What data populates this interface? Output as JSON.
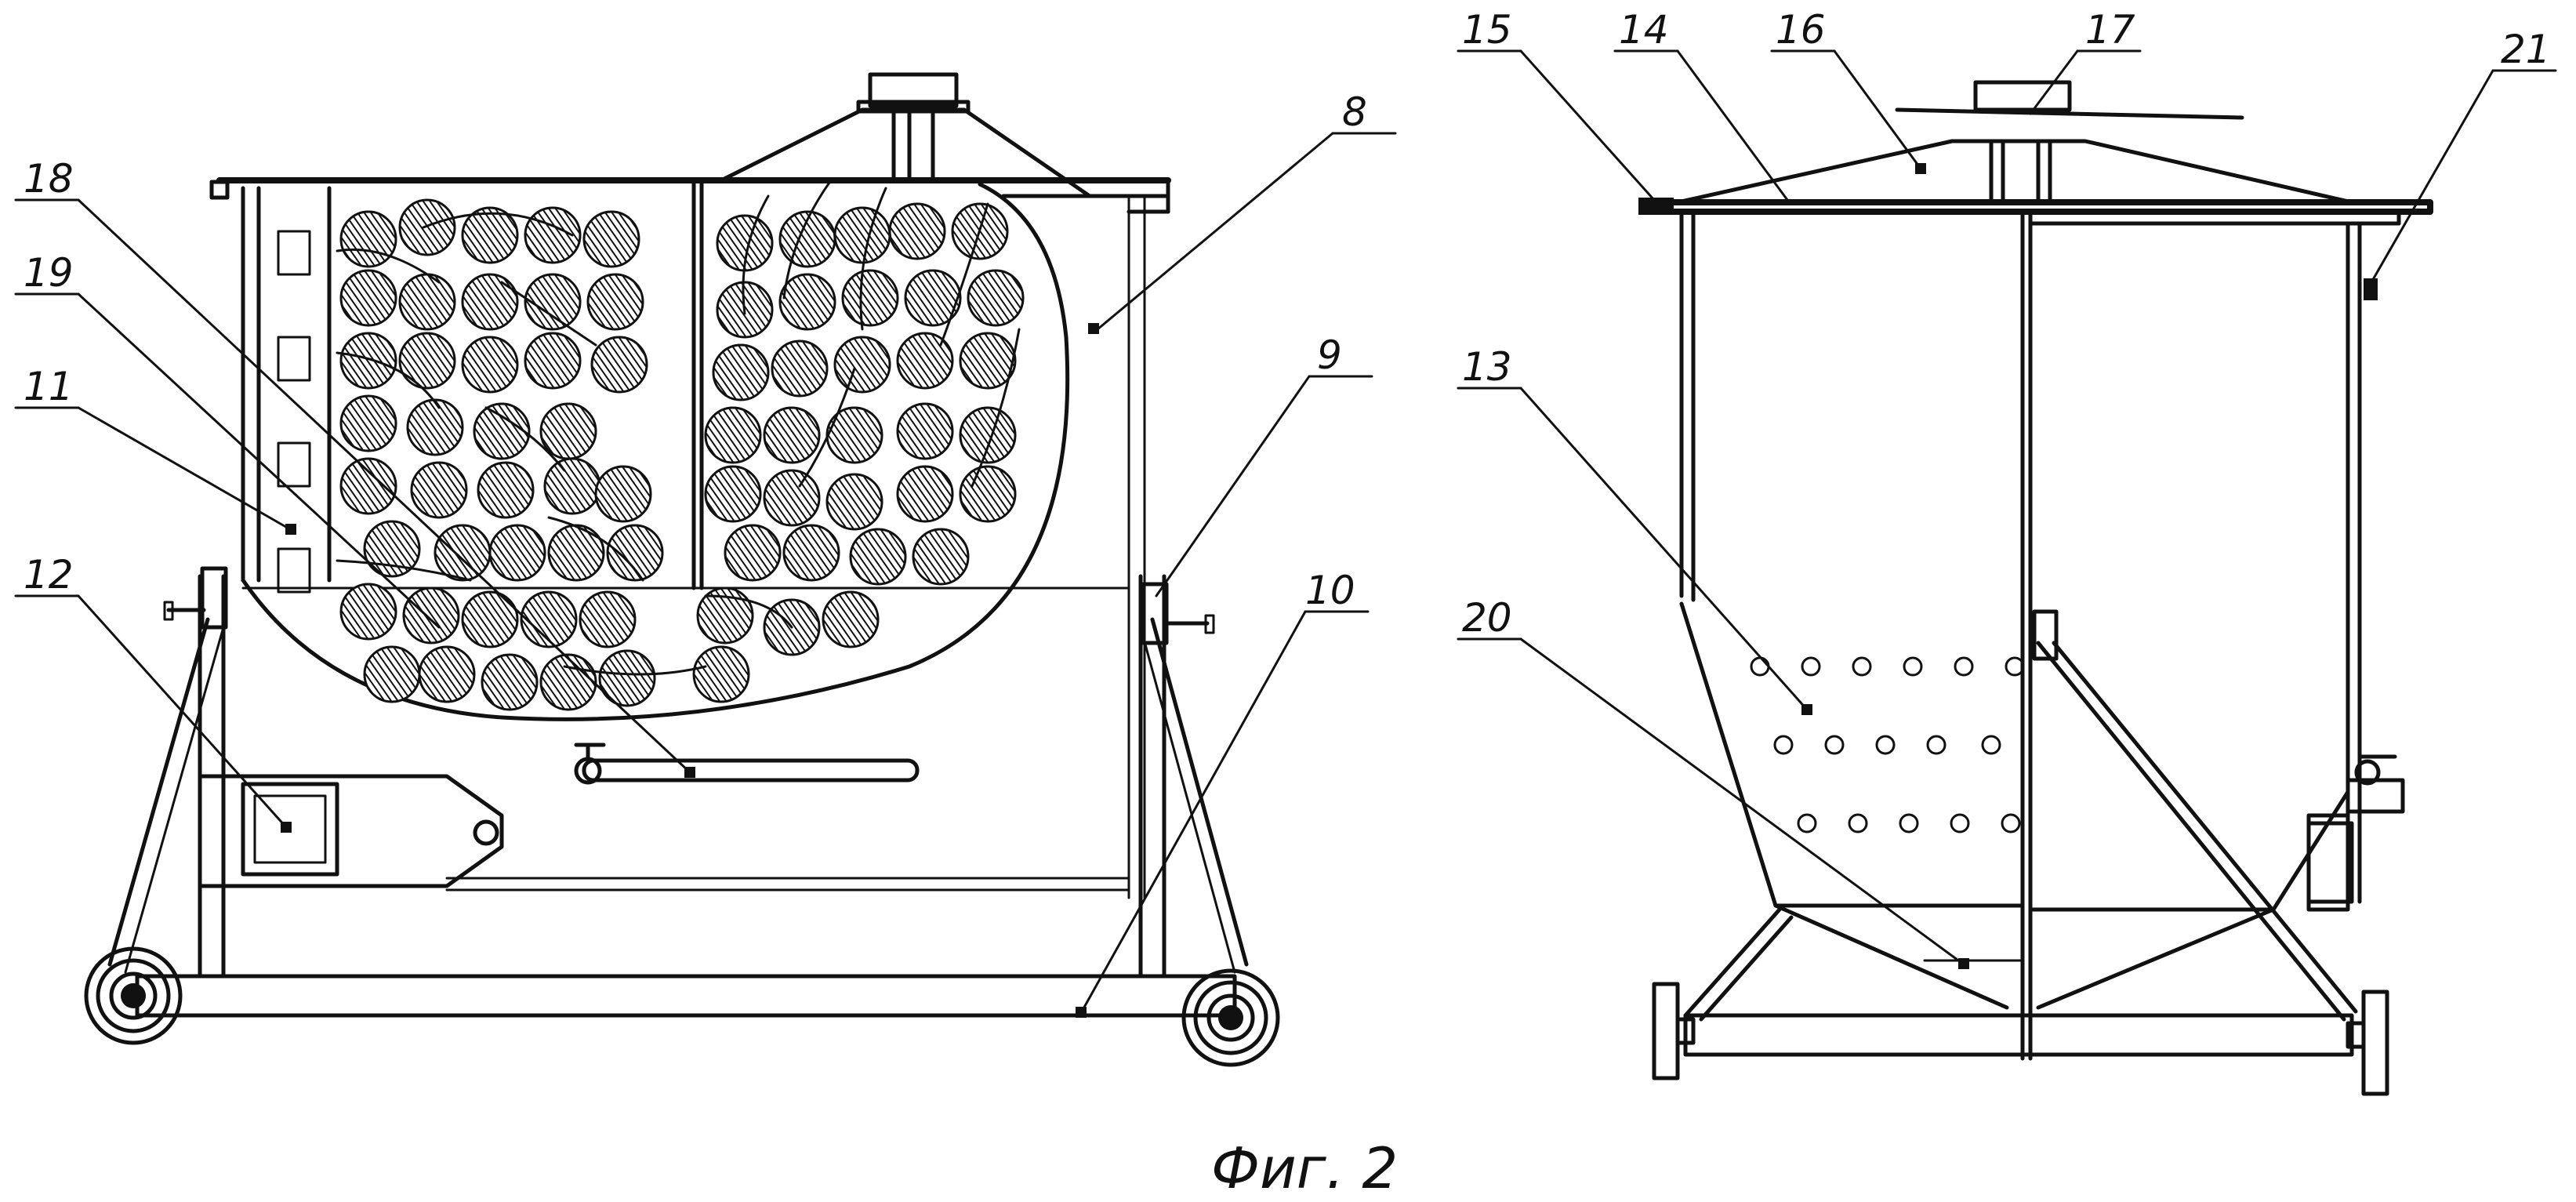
{
  "figure": {
    "caption": "Фиг. 2"
  },
  "left_view": {
    "labels": [
      "8",
      "9",
      "10",
      "11",
      "12",
      "18",
      "19"
    ]
  },
  "right_view": {
    "labels": [
      "13",
      "14",
      "15",
      "16",
      "17",
      "20",
      "21"
    ]
  }
}
